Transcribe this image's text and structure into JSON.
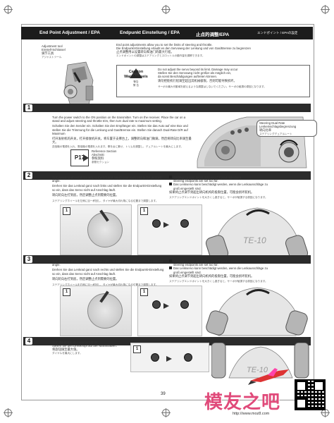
{
  "header": {
    "title_en": "End Point Adjustment / EPA",
    "title_de": "Endpunkt Einstellung / EPA",
    "title_zh": "止点的调整/EPA",
    "title_jp": "エンドポイント / EPAの設定"
  },
  "intro": {
    "tool_label_en": "Adjustment tool",
    "tool_label_de": "Einstell-Schlüssel",
    "tool_label_zh": "调节工具",
    "tool_label_jp": "アジャストツール",
    "text_en": "End point adjustments allow you to set the limits of steering and throttle.",
    "text_de": "Die Endpunkt-Einstellung erlaubt es den Servoweg der Lenkung und von Gas/Bremse zu begrenzen",
    "text_zh": "止点调整用以设置转向和油门的最大行程。",
    "text_jp": "エンドポイントの調整はステアリングとスロットルの動作量を調節できます。"
  },
  "caution": {
    "title": "Caution",
    "subtitle": "Warnhinweis",
    "zh": "警告",
    "jp": "警 告",
    "text_en1": "Do not adjust the servo beyond its limit. Damage may occur",
    "text_de1": "Stellen Sie den Servoweg nicht größer als möglich ein,",
    "text_de2": "da sonst Beschädigungen auftreten können.",
    "text_zh": "请勿把舵机行程调至超出其机械极限，否则可能导致损坏。",
    "text_jp": "サーボの最大可動域を超えるような調整はしないでください。サーボの破損の原因となります。"
  },
  "step1": {
    "num": "1",
    "text_en": "Turn the power switch to the ON position on the transmitter. Turn on the receiver. Place the car on a stand and adjust steering and throttle trim, then turn dual rate to maximum setting.",
    "text_de": "Schalten Sie den Sender ein. Schalten Sie den Empfänger ein. Stellen Sie das Auto auf eine Box und stellen Sie die Trimmung für die Lenkung und Gas/Bremse ein. Stellen Sie danach Dual-Rate D/R auf Maximum",
    "text_zh": "打开发射机的开关，打开接收机开关，将车置于支撑台上，调整转向和油门微调，然后将转向比率调至最大。",
    "text_jp": "送信機の電源を入れ、受信機の電源を入れます。車を台に乗せ、トリムを調整し、デュアルレートを最大にします。",
    "ref_page": "P17",
    "ref_en": "Reference Section",
    "ref_de": "Abschnitt",
    "ref_zh": "参照资料",
    "ref_jp": "参照セクション",
    "dual_rate_en": "Steering Dual Rate",
    "dual_rate_de": "Lenkeinschlagsbegrenzung",
    "dual_rate_zh": "转向比率",
    "dual_rate_jp": "ステアリングデュアルレート"
  },
  "step2": {
    "num": "2",
    "text_en": "Turn steering wheel all the way to the left and adjust your end point to the desired angle.",
    "text_de": "Drehen Sie das Lenkrad ganz nach links und stellen Sie die Endpunkt-Einstellung so ein, dass das Servo nicht auf Anschlag läuft.",
    "text_zh": "转向轮向左打到底，然后调整止点到需要的位置。",
    "text_jp": "ステアリングホイールを左側に目一杯回し、タイヤが最大切れ角になる位置まで調整します。",
    "warn_en1": "Damage to your servo may occur if your maximum",
    "warn_en2": "steering endpoints are set too far.",
    "warn_de1": "Das Lenkservo kann beschädigt werden, wenn die Lenkausschläge zu",
    "warn_de2": "groß eingestellt sind.",
    "warn_zh": "如果将止点调节到超出转向机构的极限位置，可能会损坏舵机。",
    "warn_jp": "ステアリングエンドポイントを大きくし過ぎると、サーボが破損する原因になります。"
  },
  "step3": {
    "num": "3",
    "text_en": "Turn steering wheel all the way to the right and adjust your end point to the desired angle.",
    "text_de": "Drehen Sie das Lenkrad ganz nach rechts und stellen Sie die Endpunkt-Einstellung so ein, dass das Servo nicht auf Anschlag läuft.",
    "text_zh": "转向轮向右打到底，然后调整止点到需要的位置。",
    "text_jp": "ステアリングホイールを右側に目一杯回し、タイヤが最大切れ角になる位置まで調整します。",
    "warn_en1": "Damage to your servo may occur if your maximum",
    "warn_en2": "steering endpoints are set too far.",
    "warn_de1": "Das Lenkservo kann beschädigt werden, wenn die Lenkausschläge zu",
    "warn_de2": "groß eingestellt sind.",
    "warn_zh": "如果将止点调节到超出转向机构的极限位置，可能会损坏舵机。",
    "warn_jp": "ステアリングエンドポイントを大きくし過ぎると、サーボが破損する原因になります。"
  },
  "step4": {
    "num": "4",
    "text_en": "Turn the dial to its maximum level.",
    "text_de": "Stellen Sie den Drehknopf auf den Maximalwert.",
    "text_zh": "将旋钮调至最大值。",
    "text_jp": "ダイヤルを最大にします。"
  },
  "page_number": "39",
  "watermark": {
    "logo": "模友之吧",
    "url": "http://www.moz8.com"
  }
}
